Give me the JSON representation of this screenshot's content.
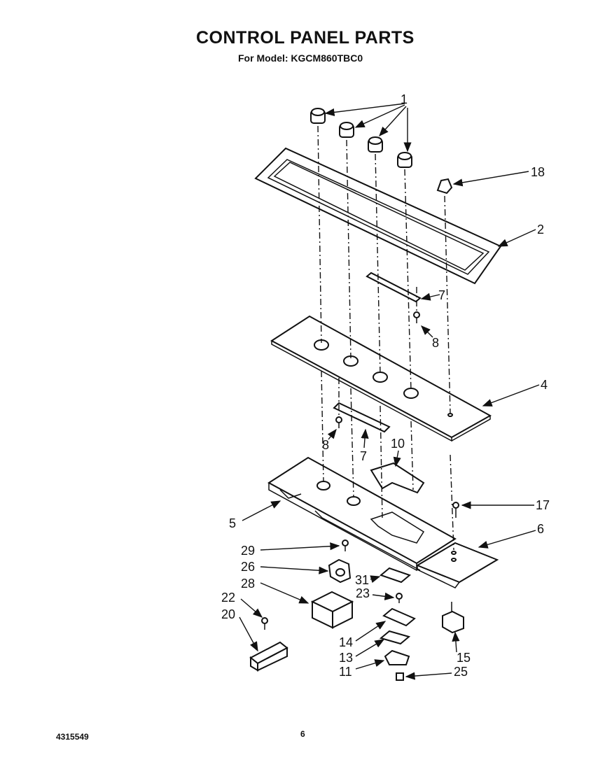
{
  "header": {
    "title": "CONTROL PANEL PARTS",
    "model_line": "For Model: KGCM860TBC0"
  },
  "footer": {
    "doc_number": "4315549",
    "page_number": "6"
  },
  "callouts": {
    "c1": "1",
    "c2": "2",
    "c4": "4",
    "c5": "5",
    "c6": "6",
    "c7a": "7",
    "c7b": "7",
    "c8a": "8",
    "c8b": "8",
    "c10": "10",
    "c11": "11",
    "c13": "13",
    "c14": "14",
    "c15": "15",
    "c17": "17",
    "c18": "18",
    "c20": "20",
    "c22": "22",
    "c23": "23",
    "c25": "25",
    "c26": "26",
    "c28": "28",
    "c29": "29",
    "c31": "31"
  }
}
